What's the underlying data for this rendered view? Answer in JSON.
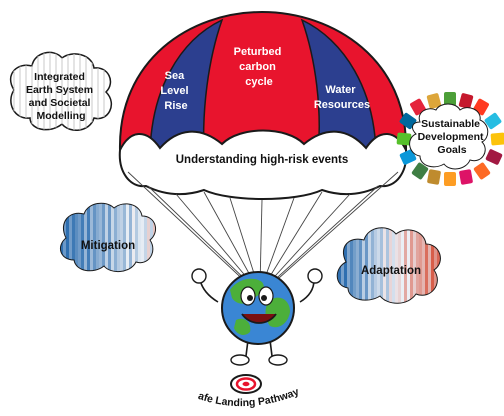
{
  "canopy": {
    "panels": [
      {
        "id": "sea",
        "lines": [
          "Sea",
          "Level",
          "Rise"
        ]
      },
      {
        "id": "carbon",
        "lines": [
          "Peturbed",
          "carbon",
          "cycle"
        ]
      },
      {
        "id": "water",
        "lines": [
          "Water",
          "Resources"
        ]
      }
    ],
    "band_label": "Understanding high-risk events"
  },
  "clouds": {
    "integrated": {
      "lines": [
        "Integrated",
        "Earth System",
        "and Societal",
        "Modelling"
      ]
    },
    "sdg": {
      "lines": [
        "Sustainable",
        "Development",
        "Goals"
      ]
    },
    "mitigation": {
      "label": "Mitigation"
    },
    "adaptation": {
      "label": "Adaptation"
    }
  },
  "target_label": "Safe Landing Pathways",
  "colors": {
    "red": "#e8142d",
    "blue": "#2c3f8f",
    "outline": "#1a1a1a",
    "stripe_blue": "#2f6fb0",
    "stripe_red": "#d4462f"
  }
}
